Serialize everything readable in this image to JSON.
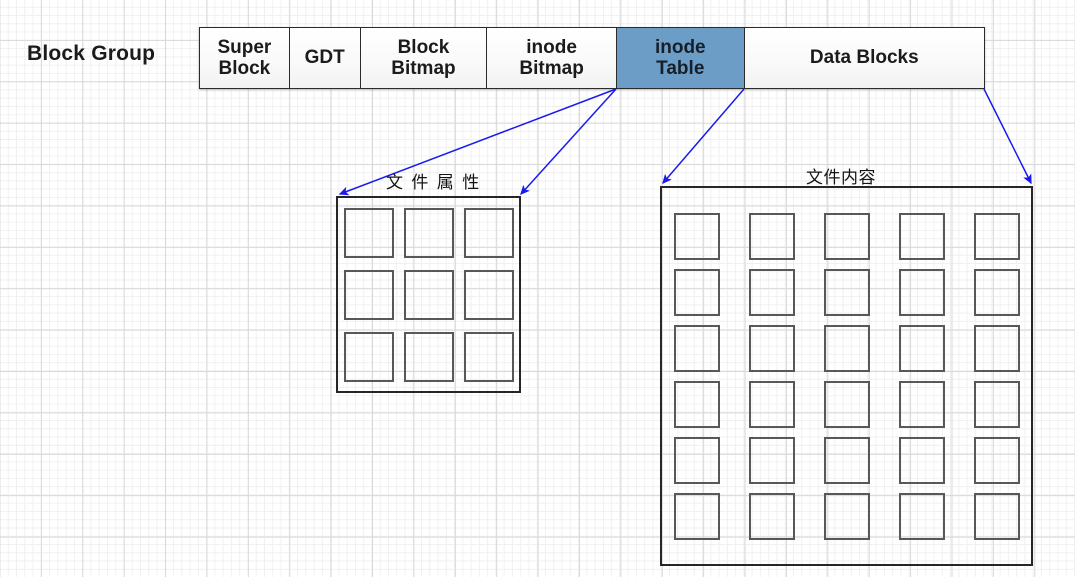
{
  "diagram": {
    "title_label": "Block Group",
    "block_group": {
      "cells": [
        {
          "id": "super-block",
          "label": "Super\nBlock",
          "highlighted": false
        },
        {
          "id": "gdt",
          "label": "GDT",
          "highlighted": false
        },
        {
          "id": "block-bitmap",
          "label": "Block\nBitmap",
          "highlighted": false
        },
        {
          "id": "inode-bitmap",
          "label": "inode\nBitmap",
          "highlighted": false
        },
        {
          "id": "inode-table",
          "label": "inode\nTable",
          "highlighted": true
        },
        {
          "id": "data-blocks",
          "label": "Data Blocks",
          "highlighted": false
        }
      ]
    },
    "panels": [
      {
        "id": "file-attributes",
        "caption": "文 件 属 性",
        "columns": 3,
        "rows": 3,
        "cell_count": 9,
        "source_cell": "inode-table"
      },
      {
        "id": "file-contents",
        "caption": "文件内容",
        "columns": 5,
        "rows": 6,
        "cell_count": 30,
        "source_cell": "data-blocks"
      }
    ],
    "connectors": [
      {
        "from": "inode-table",
        "to": "file-attributes-top-left"
      },
      {
        "from": "inode-table",
        "to": "file-attributes-top-right"
      },
      {
        "from": "inode-table",
        "to": "file-contents-top-left"
      },
      {
        "from": "data-blocks",
        "to": "file-contents-top-right"
      }
    ],
    "colors": {
      "highlight": "#6c9dc6",
      "arrow": "#1a1aee",
      "border": "#262626",
      "cell_border": "#585858",
      "text": "#1b1b1b",
      "grid_minor": "#f0f0f0",
      "grid_major": "#d8d8d8"
    }
  }
}
